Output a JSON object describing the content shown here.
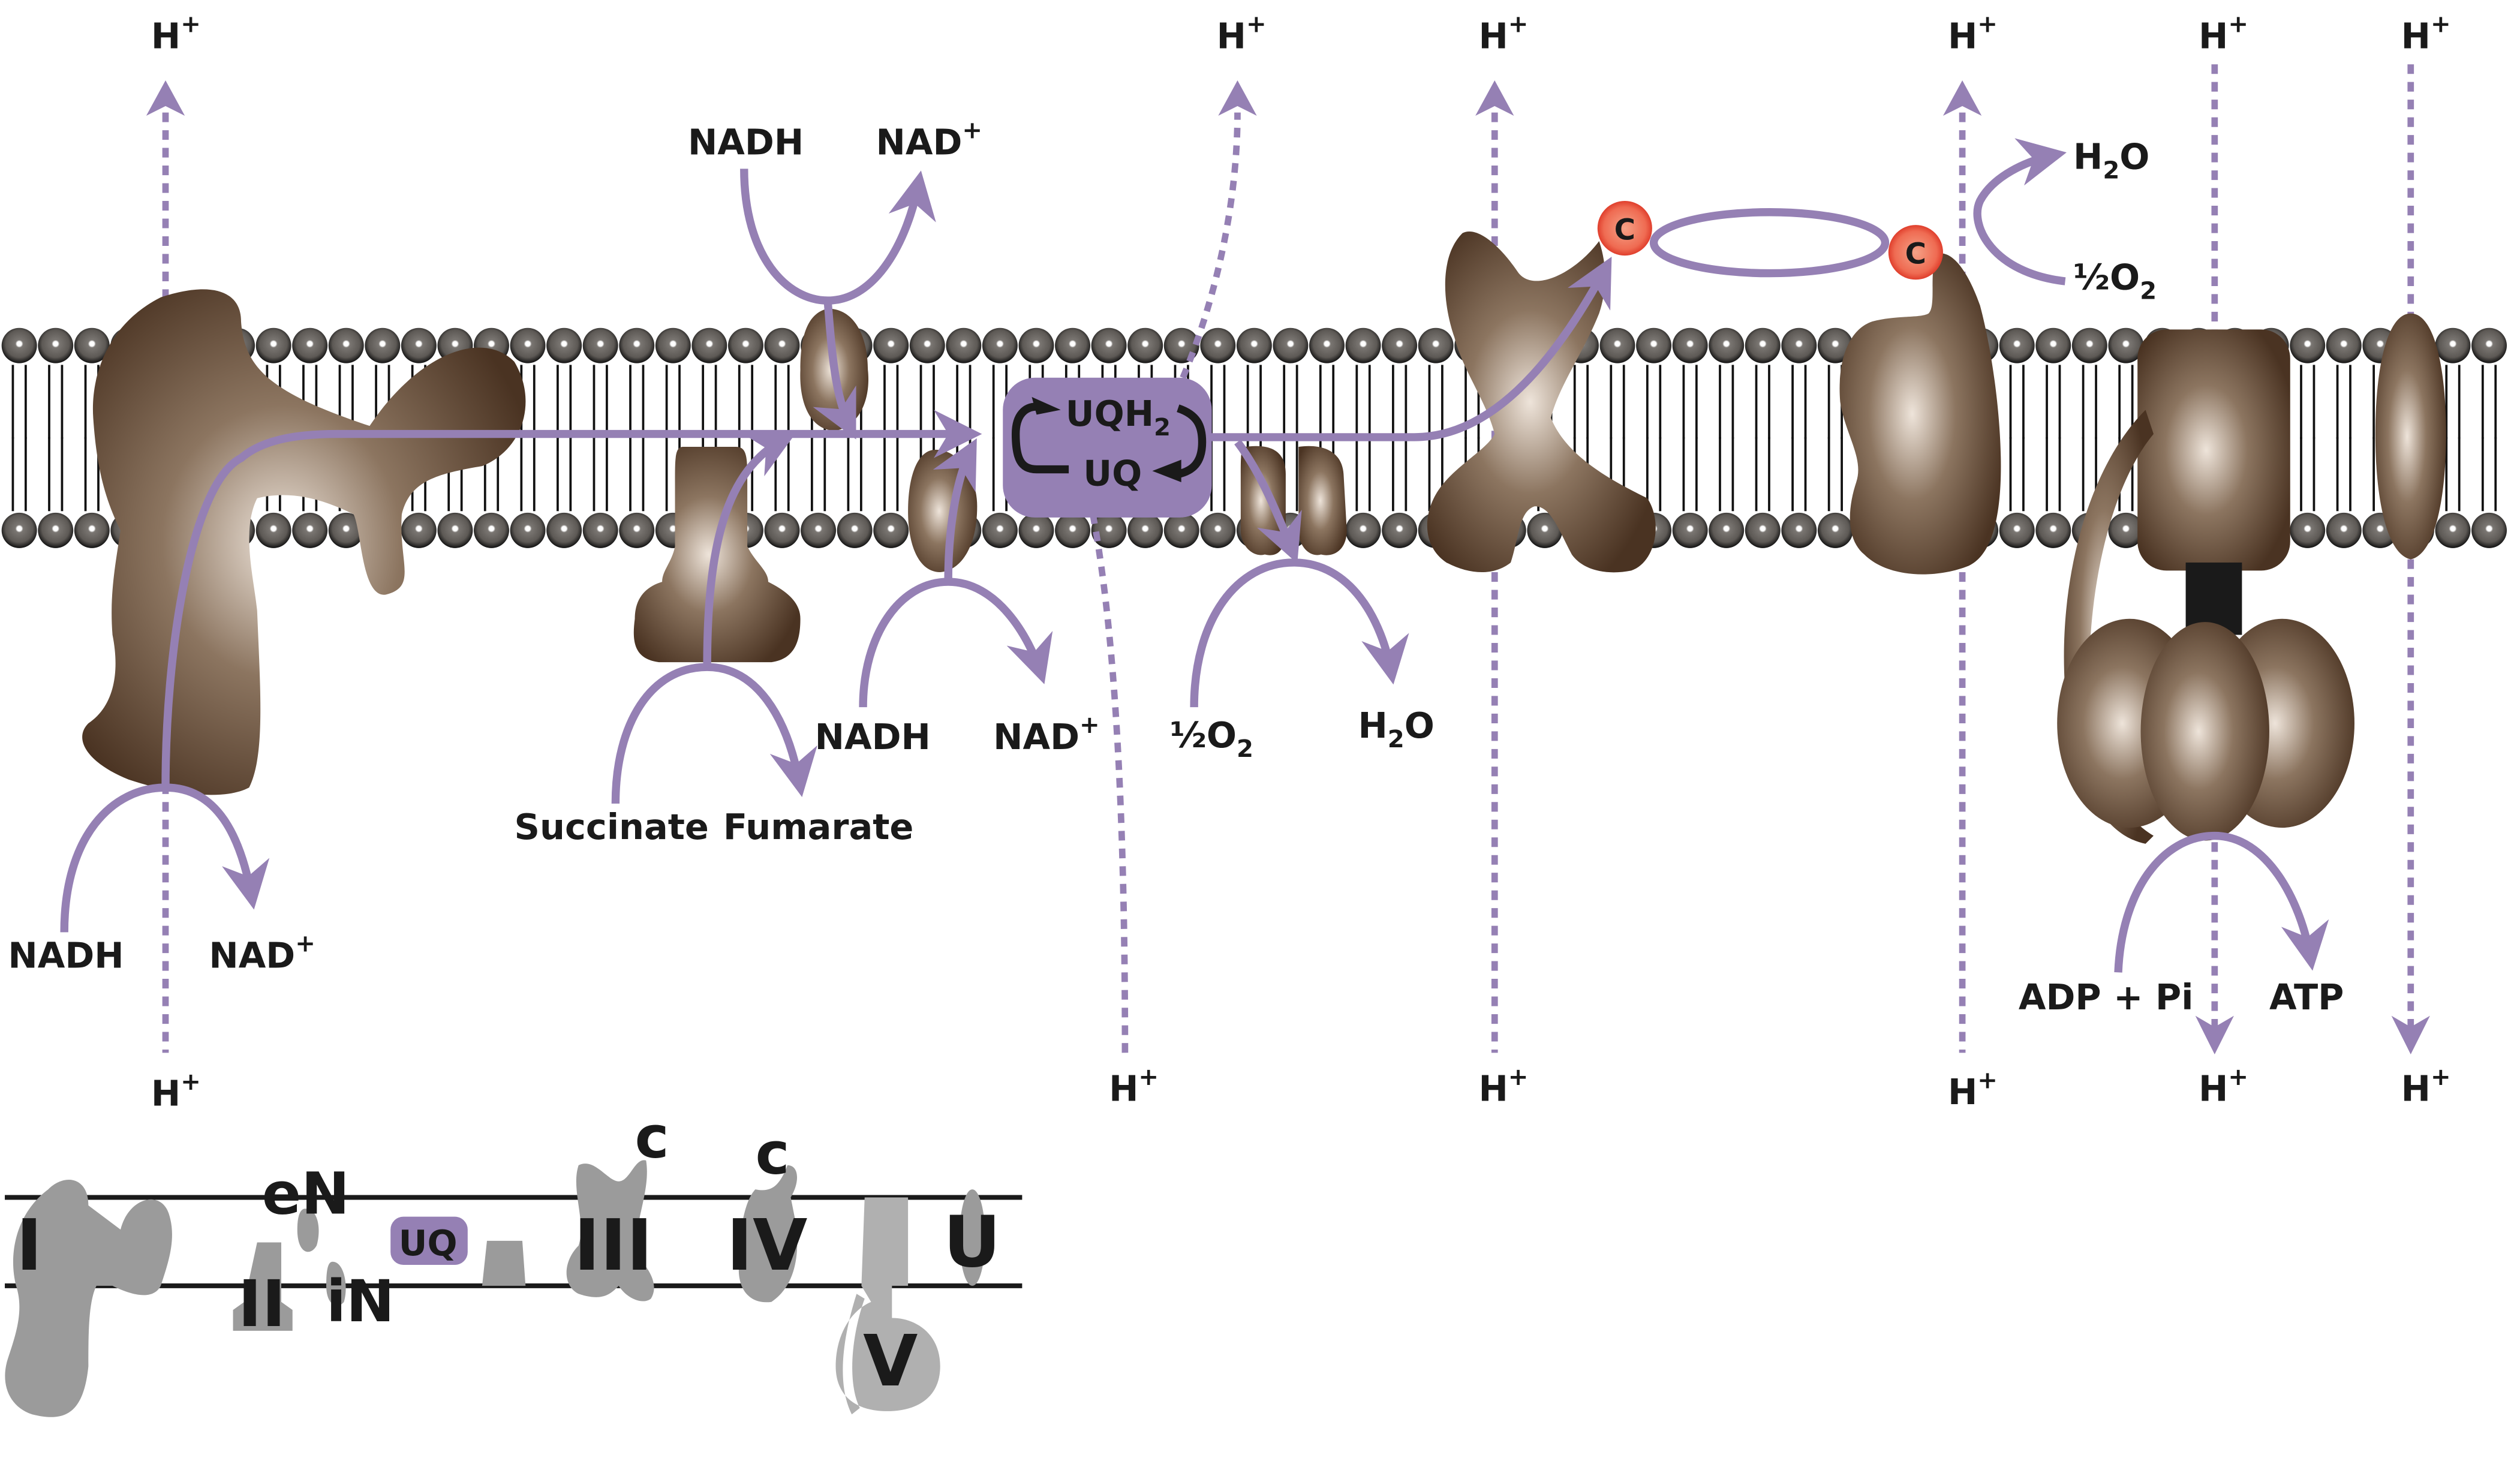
{
  "title": "Mitochondrial electron transport chain with alternative pathways",
  "colors": {
    "arrow": "#9580b4",
    "protein_dark": "#4e3726",
    "protein_light": "#e8ddd3",
    "lipid_head": "#6e6a66",
    "cytochrome_c": "#ec5a45",
    "uq_box": "#9580b4",
    "legend_grey": "#9b9b9b",
    "text": "#1a1a1a"
  },
  "proton_label": {
    "base": "H",
    "sup": "+"
  },
  "top_protons": [
    "H+",
    "H+",
    "H+",
    "H+",
    "H+",
    "H+"
  ],
  "bottom_protons": [
    "H+",
    "H+",
    "H+",
    "H+",
    "H+",
    "H+"
  ],
  "complex_I": {
    "substrate": "NADH",
    "product_base": "NAD",
    "product_sup": "+"
  },
  "external_ndh": {
    "substrate": "NADH",
    "product_base": "NAD",
    "product_sup": "+"
  },
  "internal_ndh": {
    "substrate": "NADH",
    "product_base": "NAD",
    "product_sup": "+"
  },
  "complex_II": {
    "substrate": "Succinate",
    "product": "Fumarate"
  },
  "ubiquinone_pool": {
    "reduced_base": "UQH",
    "reduced_sub": "2",
    "oxidized": "UQ"
  },
  "alternative_oxidase": {
    "substrate_frac": "½",
    "substrate_base": "O",
    "substrate_sub": "2",
    "product_base": "H",
    "product_sub": "2",
    "product_tail": "O"
  },
  "cytochrome_c": {
    "label": "C"
  },
  "complex_IV": {
    "substrate_frac": "½",
    "substrate_base": "O",
    "substrate_sub": "2",
    "product_base": "H",
    "product_sub": "2",
    "product_tail": "O"
  },
  "atp_synthase": {
    "substrate": "ADP + Pi",
    "product": "ATP"
  },
  "legend": {
    "complex_I": "I",
    "complex_II": "II",
    "external_ndh": "eN",
    "internal_ndh": "iN",
    "ubiquinone": "UQ",
    "complex_III": "III",
    "complex_IV": "IV",
    "cyt_c_III": "c",
    "cyt_c_IV": "c",
    "atp_synthase": "V",
    "uncoupling_protein": "U"
  }
}
